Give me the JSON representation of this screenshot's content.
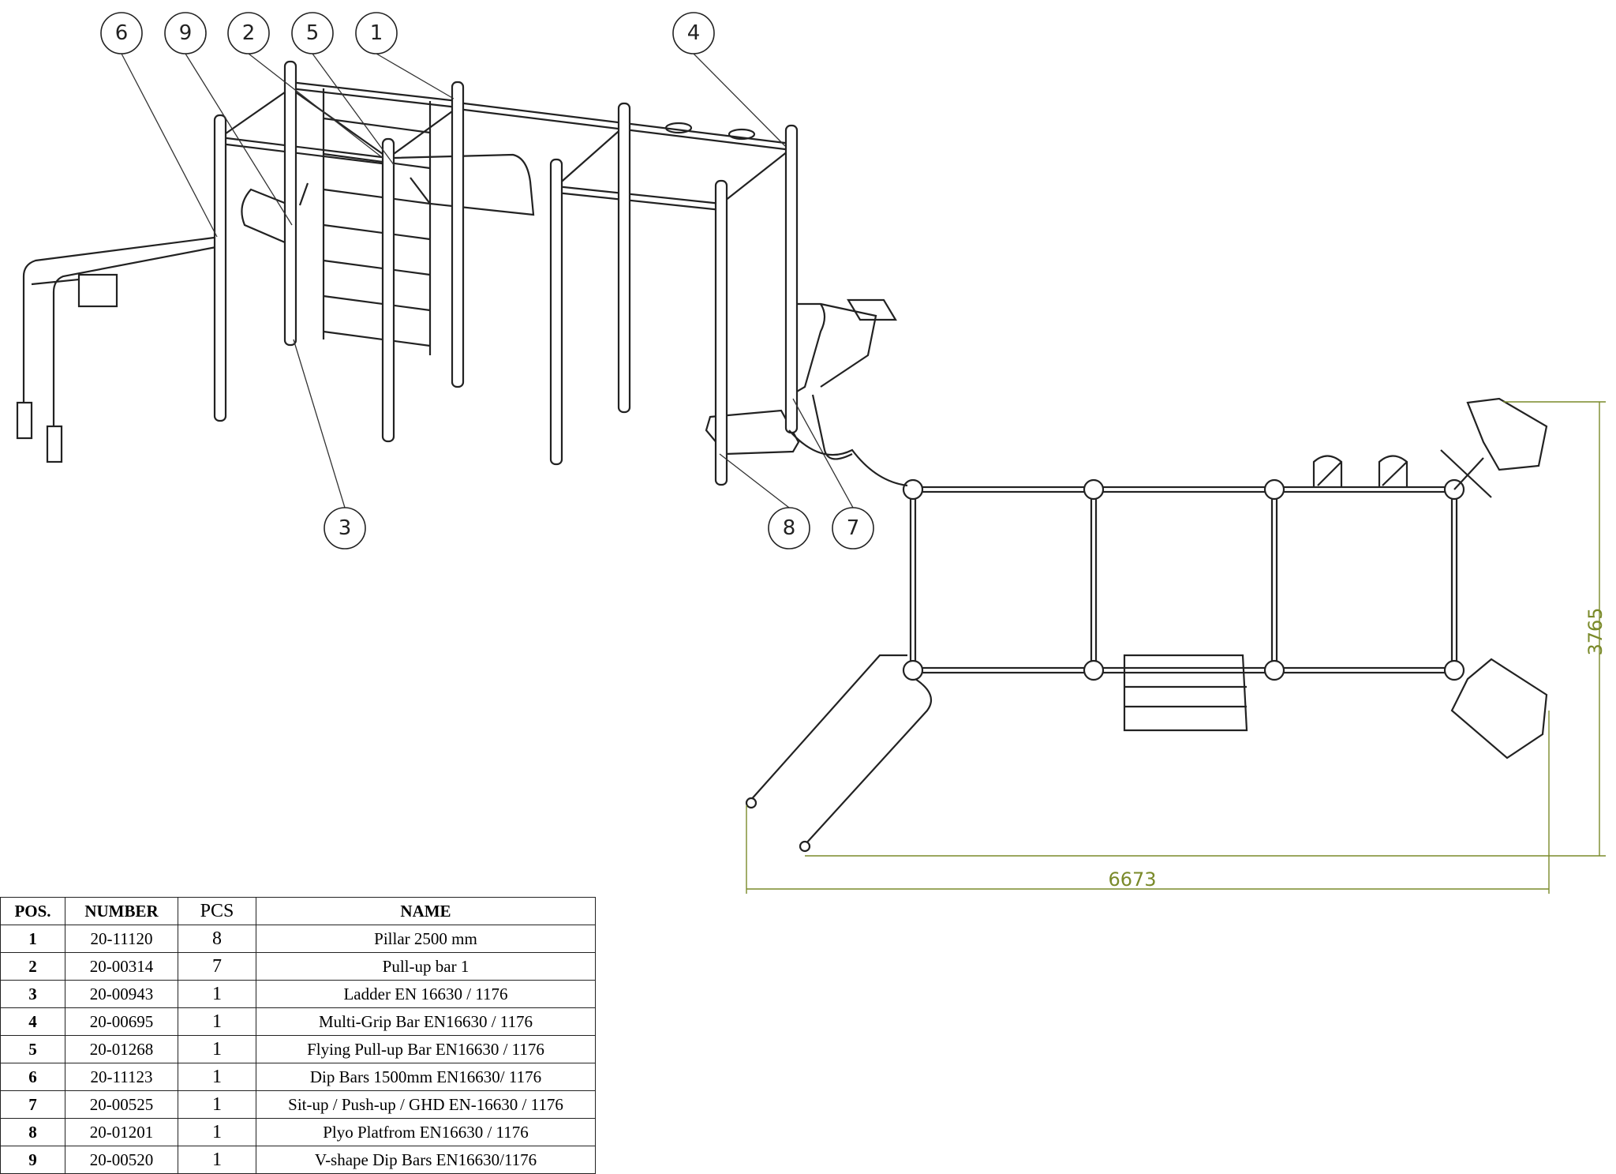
{
  "callouts": [
    "6",
    "9",
    "2",
    "5",
    "1",
    "4",
    "3",
    "8",
    "7"
  ],
  "dimensions": {
    "width": "6673",
    "depth": "3765"
  },
  "colors": {
    "dimension": "#7a8a2a",
    "line": "#222222"
  },
  "table": {
    "headers": {
      "pos": "POS.",
      "number": "NUMBER",
      "pcs": "PCS",
      "name": "NAME"
    },
    "rows": [
      {
        "pos": "1",
        "number": "20-11120",
        "pcs": "8",
        "name": "Pillar 2500 mm"
      },
      {
        "pos": "2",
        "number": "20-00314",
        "pcs": "7",
        "name": "Pull-up bar 1"
      },
      {
        "pos": "3",
        "number": "20-00943",
        "pcs": "1",
        "name": "Ladder EN 16630 / 1176"
      },
      {
        "pos": "4",
        "number": "20-00695",
        "pcs": "1",
        "name": "Multi-Grip Bar EN16630 / 1176"
      },
      {
        "pos": "5",
        "number": "20-01268",
        "pcs": "1",
        "name": "Flying Pull-up Bar EN16630 / 1176"
      },
      {
        "pos": "6",
        "number": "20-11123",
        "pcs": "1",
        "name": "Dip Bars 1500mm  EN16630/ 1176"
      },
      {
        "pos": "7",
        "number": "20-00525",
        "pcs": "1",
        "name": "Sit-up / Push-up / GHD EN-16630 / 1176"
      },
      {
        "pos": "8",
        "number": "20-01201",
        "pcs": "1",
        "name": "Plyo Platfrom  EN16630 / 1176"
      },
      {
        "pos": "9",
        "number": "20-00520",
        "pcs": "1",
        "name": "V-shape Dip Bars EN16630/1176"
      }
    ]
  }
}
